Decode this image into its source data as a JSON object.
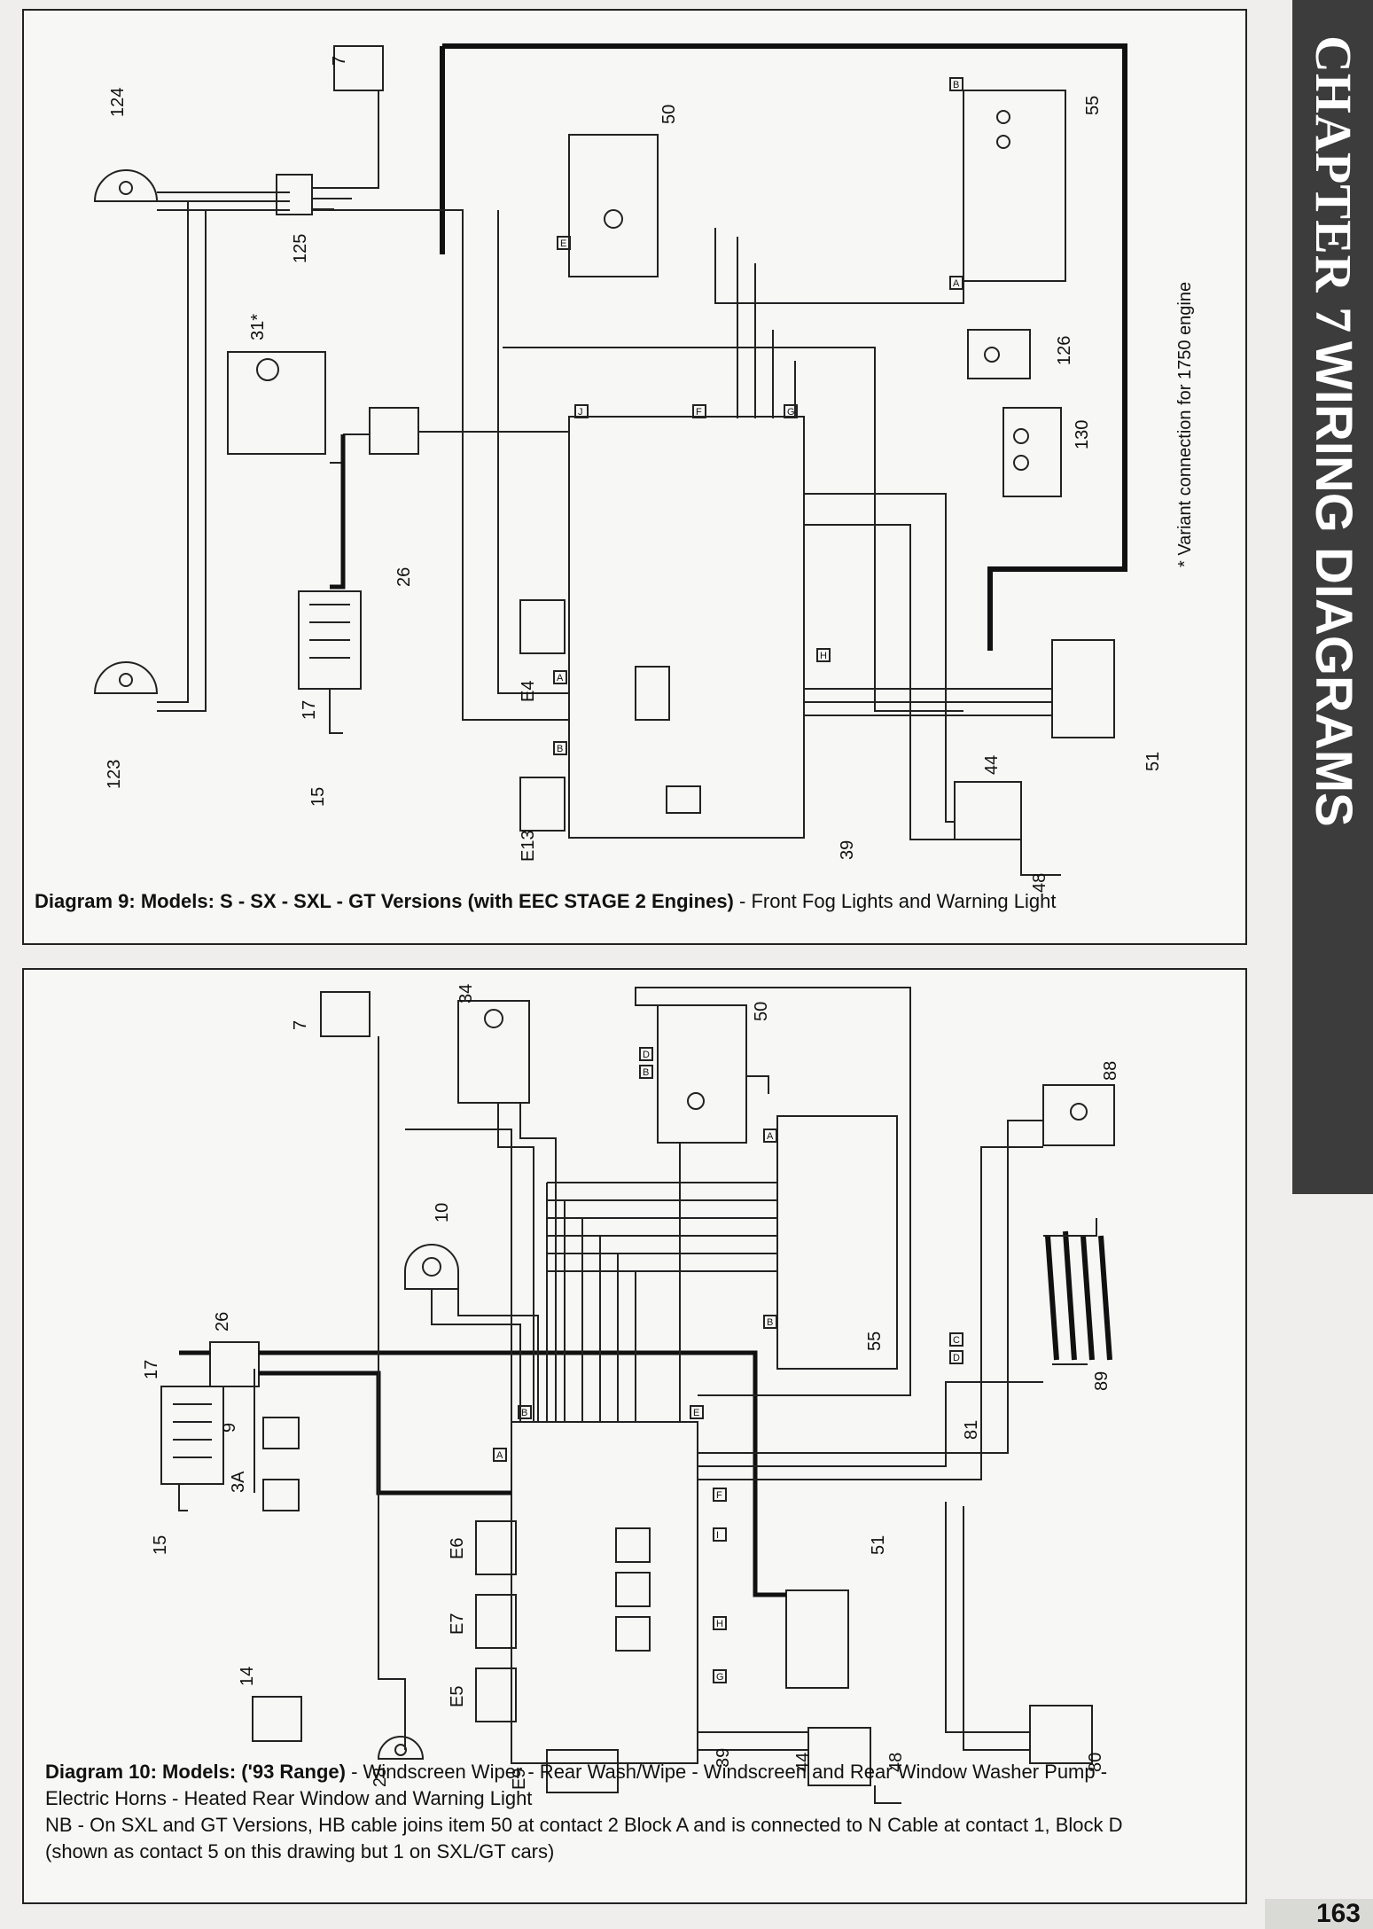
{
  "sidebar": {
    "chapter": "CHAPTER 7",
    "section": "WIRING DIAGRAMS"
  },
  "page_number": "163",
  "diagram9": {
    "caption_bold": "Diagram 9: Models: S - SX - SXL - GT Versions (with EEC STAGE 2 Engines)",
    "caption_rest": " - Front Fog Lights and Warning Light",
    "variant_note": "* Variant connection for 1750 engine",
    "component_labels": [
      "124",
      "7",
      "125",
      "50",
      "55",
      "31*",
      "126",
      "130",
      "26",
      "17",
      "123",
      "15",
      "E4",
      "E13",
      "39",
      "44",
      "48",
      "51"
    ],
    "connector_blocks": [
      "E",
      "A",
      "J",
      "F",
      "G",
      "H",
      "A",
      "B"
    ]
  },
  "diagram10": {
    "caption_line1_bold": "Diagram 10: Models: ('93 Range)",
    "caption_line1_rest": " - Windscreen Wiper - Rear Wash/Wipe - Windscreen and Rear Window Washer Pump -",
    "caption_line2": "Electric Horns - Heated Rear Window and Warning Light",
    "caption_line3": "NB - On SXL and GT Versions, HB cable joins item 50 at contact 2 Block A and is connected to N Cable at contact 1, Block D",
    "caption_line4": "(shown as contact 5 on this drawing but 1 on SXL/GT cars)",
    "component_labels": [
      "7",
      "34",
      "50",
      "88",
      "10",
      "26",
      "17",
      "9",
      "3A",
      "15",
      "55",
      "89",
      "81",
      "E6",
      "E7",
      "E5",
      "14",
      "28",
      "E9",
      "39",
      "44",
      "48",
      "51",
      "80"
    ],
    "connector_blocks": [
      "D",
      "B",
      "A",
      "B",
      "C",
      "D",
      "B",
      "E",
      "A",
      "F",
      "I",
      "H",
      "G"
    ]
  }
}
